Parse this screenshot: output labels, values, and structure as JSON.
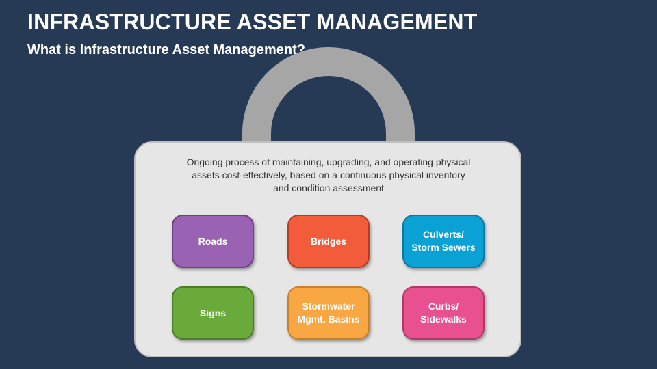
{
  "header": {
    "title": "INFRASTRUCTURE ASSET MANAGEMENT",
    "subtitle": "What is Infrastructure Asset Management?"
  },
  "lock": {
    "description": "Ongoing process of maintaining, upgrading, and operating physical assets cost-effectively, based on a continuous physical inventory and condition assessment"
  },
  "assets": [
    {
      "label": "Roads",
      "color": "#9a62b3",
      "border": "#6f3f87"
    },
    {
      "label": "Bridges",
      "color": "#f25c3b",
      "border": "#b53d22"
    },
    {
      "label": "Culverts/\nStorm Sewers",
      "color": "#0aa1d4",
      "border": "#0a78a1"
    },
    {
      "label": "Signs",
      "color": "#6aaa3a",
      "border": "#4a7f25"
    },
    {
      "label": "Stormwater\nMgmt. Basins",
      "color": "#f8a742",
      "border": "#c9802a"
    },
    {
      "label": "Curbs/\nSidewalks",
      "color": "#e8508f",
      "border": "#b3386a"
    }
  ],
  "colors": {
    "background": "#263a55",
    "lock_body": "#e6e6e6",
    "shackle": "#a6a6a6"
  }
}
